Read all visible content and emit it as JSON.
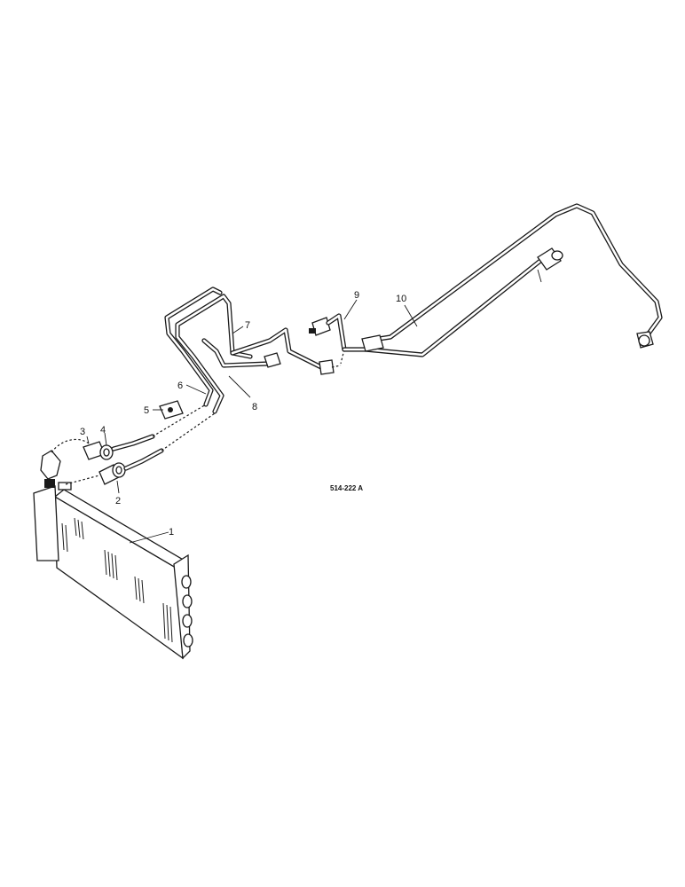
{
  "diagram": {
    "reference_code": "514-222 A",
    "callouts": [
      {
        "id": "1",
        "label": "1"
      },
      {
        "id": "2",
        "label": "2"
      },
      {
        "id": "3",
        "label": "3"
      },
      {
        "id": "4",
        "label": "4"
      },
      {
        "id": "5",
        "label": "5"
      },
      {
        "id": "6",
        "label": "6"
      },
      {
        "id": "7",
        "label": "7"
      },
      {
        "id": "8",
        "label": "8"
      },
      {
        "id": "9",
        "label": "9"
      },
      {
        "id": "10",
        "label": "10"
      }
    ],
    "colors": {
      "ink": "#1a1a1a",
      "paper": "#ffffff"
    }
  }
}
